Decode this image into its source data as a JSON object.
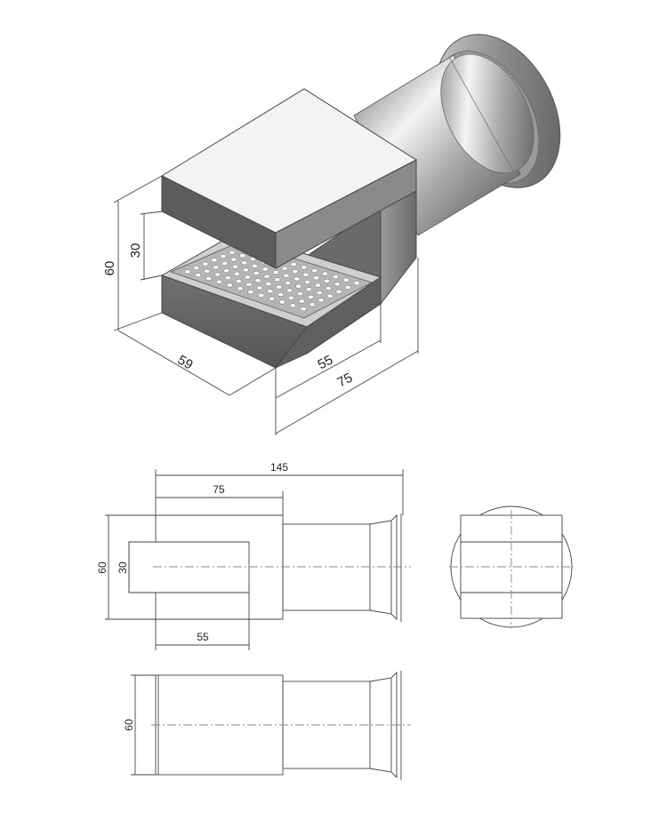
{
  "iso_view": {
    "dimensions": {
      "height_total": "60",
      "gap": "30",
      "depth": "59",
      "inner_length": "55",
      "outer_length": "75"
    }
  },
  "front_view": {
    "dimensions": {
      "overall_length": "145",
      "clamp_length": "75",
      "height_total": "60",
      "gap": "30",
      "inner_length": "55"
    }
  },
  "top_view": {
    "dimensions": {
      "width": "60"
    }
  },
  "colors": {
    "line": "#444444",
    "centerline": "#888888",
    "steel_light": "#f2f2f2",
    "steel_mid": "#b8b8b8",
    "steel_dark": "#6e6e6e",
    "perforation": "#ffffff"
  }
}
